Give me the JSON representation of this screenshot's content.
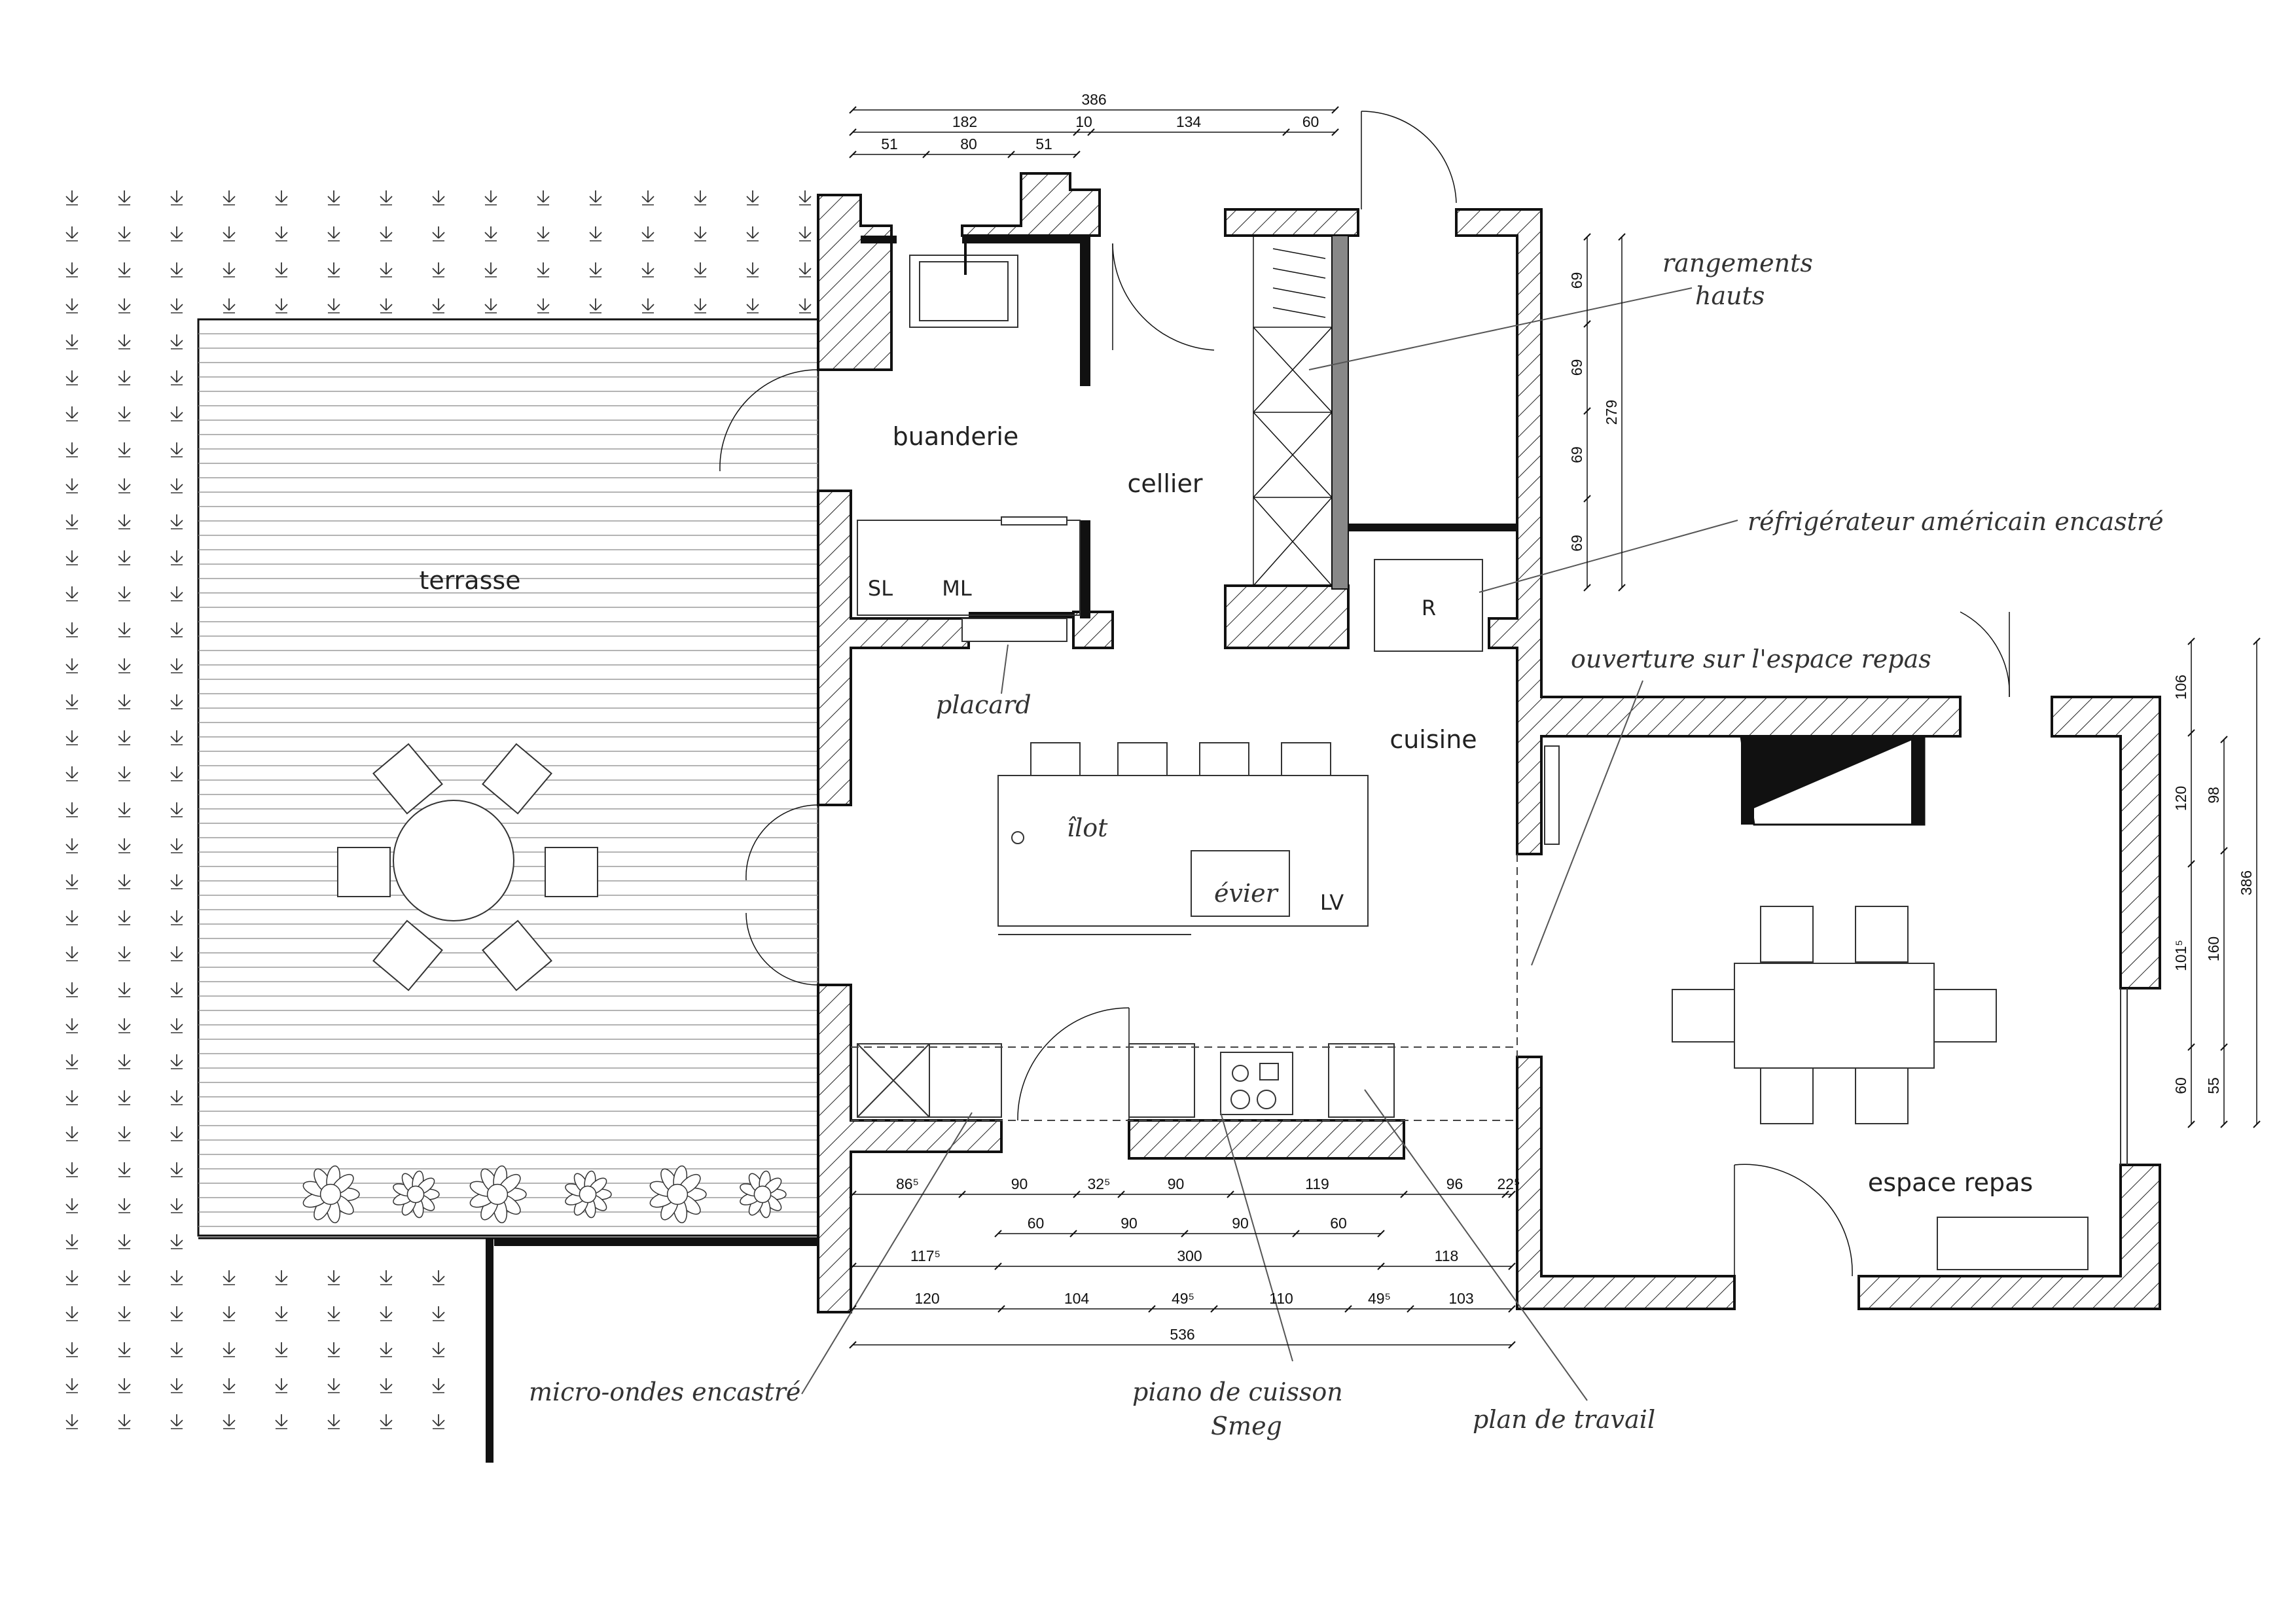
{
  "rooms": {
    "terrasse": "terrasse",
    "buanderie": "buanderie",
    "cellier": "cellier",
    "cuisine": "cuisine",
    "espace_repas": "espace repas"
  },
  "equipment": {
    "sl": "SL",
    "ml": "ML",
    "r": "R",
    "lv": "LV"
  },
  "notes": {
    "rangements_line1": "rangements",
    "rangements_line2": "hauts",
    "frigo": "réfrigérateur américain encastré",
    "ouverture": "ouverture sur l'espace repas",
    "placard": "placard",
    "ilot": "îlot",
    "evier": "évier",
    "micro_ondes": "micro-ondes encastré",
    "piano_line1": "piano de cuisson",
    "piano_line2": "Smeg",
    "plan_travail": "plan de travail"
  },
  "dimensions": {
    "top_total": "386",
    "top_row2": [
      "182",
      "10",
      "134",
      "60"
    ],
    "top_row3": [
      "51",
      "80",
      "51"
    ],
    "cellier_right": [
      "69",
      "69",
      "69",
      "69"
    ],
    "cellier_total": "279",
    "repas_right_a": [
      "106",
      "120",
      "101⁵",
      "60"
    ],
    "repas_right_b": [
      "98",
      "160",
      "55"
    ],
    "repas_total": "386",
    "kitchen_row1": [
      "86⁵",
      "90",
      "32⁵",
      "90",
      "119",
      "96",
      "22⁵"
    ],
    "kitchen_row2": [
      "60",
      "90",
      "90",
      "60"
    ],
    "kitchen_row3": [
      "117⁵",
      "300",
      "118"
    ],
    "kitchen_row4": [
      "120",
      "104",
      "49⁵",
      "110",
      "49⁵",
      "103"
    ],
    "kitchen_total": "536"
  },
  "colors": {
    "lines": "#111111",
    "annotation": "#555555",
    "background": "#ffffff"
  }
}
